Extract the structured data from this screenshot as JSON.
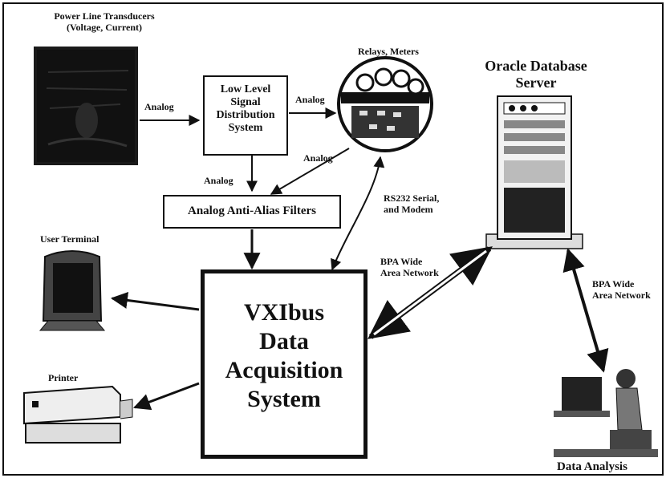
{
  "labels": {
    "transducers_line1": "Power Line Transducers",
    "transducers_line2": "(Voltage, Current)",
    "relays_meters": "Relays, Meters",
    "oracle_line1": "Oracle Database",
    "oracle_line2": "Server",
    "lowlevel_line1": "Low Level",
    "lowlevel_line2": "Signal",
    "lowlevel_line3": "Distribution",
    "lowlevel_line4": "System",
    "analog_1": "Analog",
    "analog_2": "Analog",
    "analog_3": "Analog",
    "analog_4": "Analog",
    "antialias": "Analog Anti-Alias Filters",
    "rs232_line1": "RS232 Serial,",
    "rs232_line2": "and Modem",
    "user_terminal": "User Terminal",
    "bpa_wan_1_line1": "BPA Wide",
    "bpa_wan_1_line2": "Area Network",
    "bpa_wan_2_line1": "BPA Wide",
    "bpa_wan_2_line2": "Area Network",
    "vxi_line1": "VXIbus",
    "vxi_line2": "Data",
    "vxi_line3": "Acquisition",
    "vxi_line4": "System",
    "printer": "Printer",
    "data_analysis": "Data Analysis"
  }
}
